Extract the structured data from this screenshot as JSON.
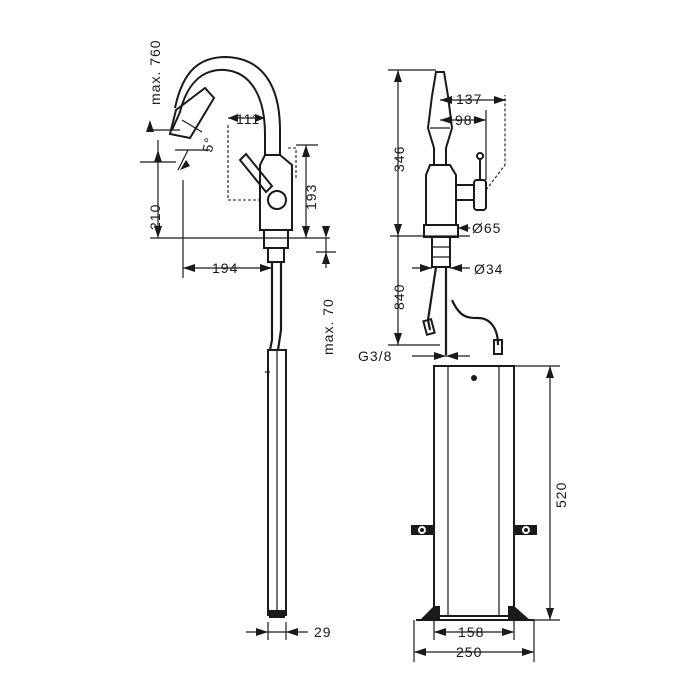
{
  "dimensions": {
    "max_height": "max. 760",
    "spout_reach_inner": "111",
    "swivel_angle": "5°",
    "spout_height": "210",
    "outlet_height": "193",
    "reach": "194",
    "max_deck_thickness": "max. 70",
    "hose_diameter": "29",
    "total_height": "346",
    "side_reach": "137",
    "handle_reach": "98",
    "base_diameter": "Ø65",
    "shank_diameter": "Ø34",
    "hose_length": "840",
    "connection_thread": "G3/8",
    "box_height": "520",
    "box_inner_width": "158",
    "box_outer_width": "250"
  }
}
